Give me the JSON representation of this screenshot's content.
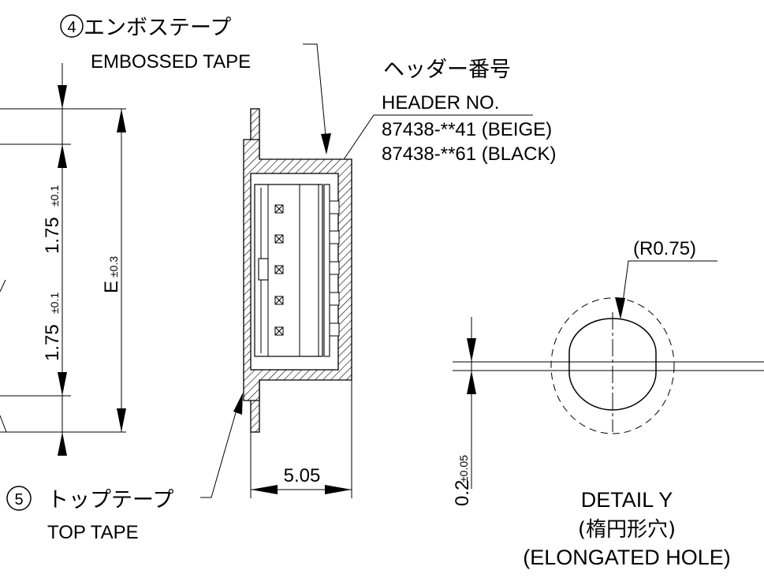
{
  "embossed_tape": {
    "number": "4",
    "label_jp": "エンボステープ",
    "label_en": "EMBOSSED TAPE"
  },
  "header": {
    "label_jp": "ヘッダー番号",
    "label_en": "HEADER NO.",
    "part_beige": "87438-**41 (BEIGE)",
    "part_black": "87438-**61 (BLACK)"
  },
  "top_tape": {
    "number": "5",
    "label_jp": "トップテープ",
    "label_en": "TOP TAPE"
  },
  "dimensions": {
    "pitch_upper": "1.75",
    "pitch_upper_tol": "±0.1",
    "pitch_lower": "1.75",
    "pitch_lower_tol": "±0.1",
    "e_label": "E",
    "e_tol": "±0.3",
    "depth": "5.05",
    "radius": "(R0.75)",
    "offset": "0.2",
    "offset_tol": "±0.05"
  },
  "detail": {
    "title": "DETAIL Y",
    "sub_jp": "(楕円形穴)",
    "sub_en": "(ELONGATED HOLE)"
  }
}
